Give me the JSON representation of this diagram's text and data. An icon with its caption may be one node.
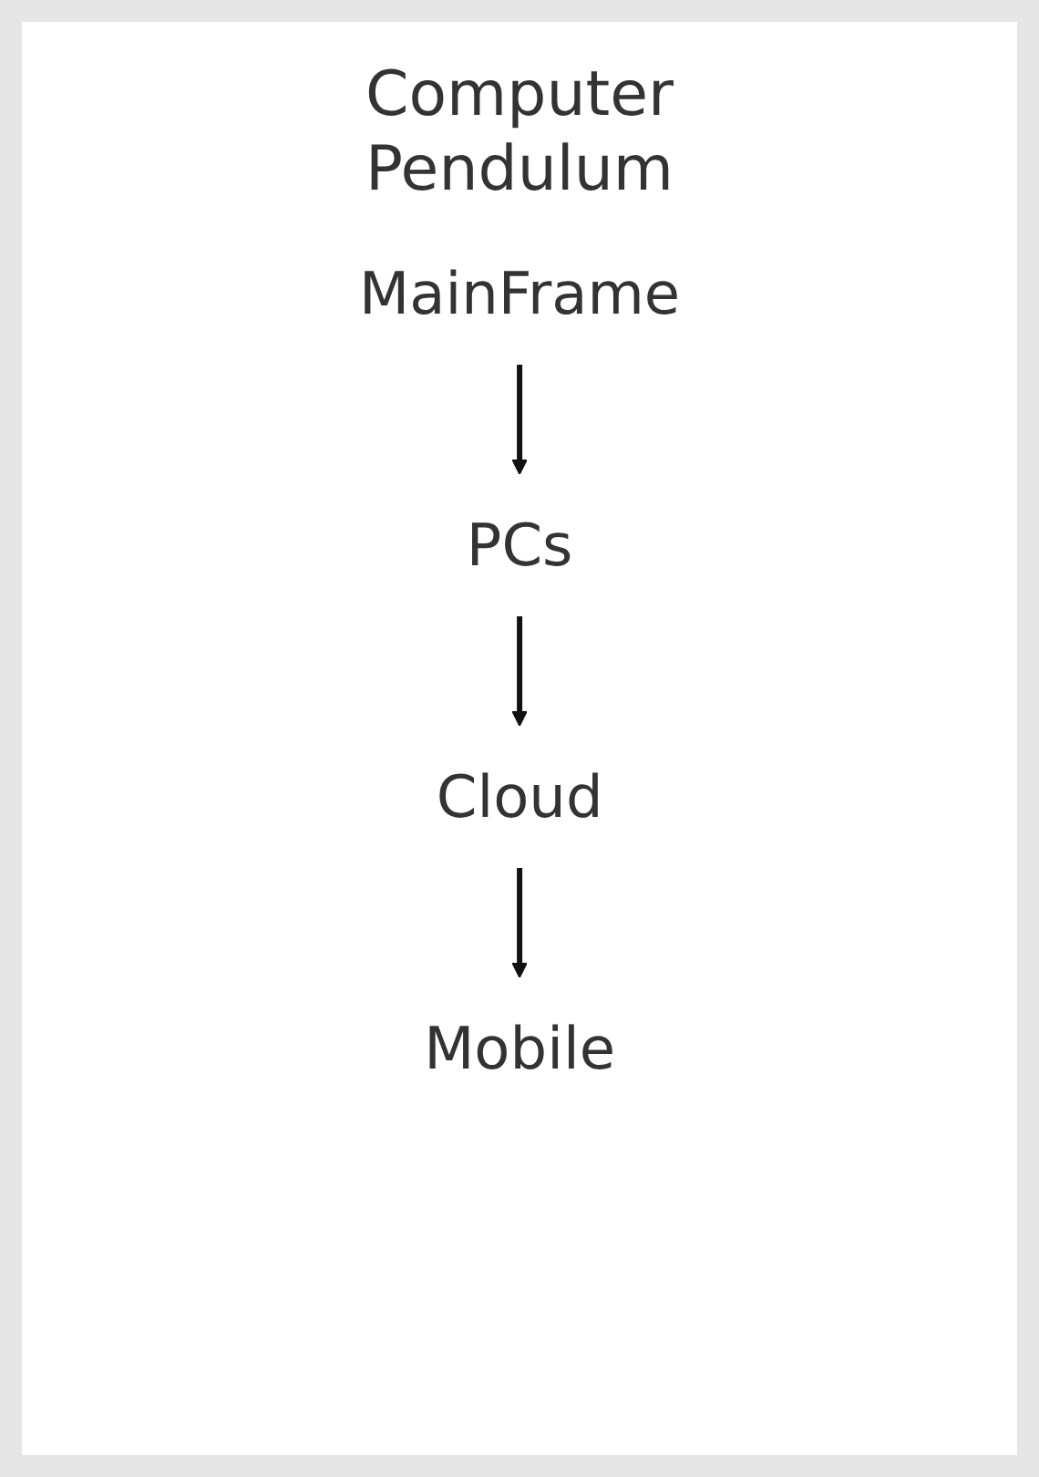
{
  "diagram": {
    "title": "Computer Pendulum",
    "nodes": [
      {
        "text": [
          "MainFrame"
        ]
      },
      {
        "text": [
          "PCs"
        ]
      },
      {
        "text": [
          "Cloud"
        ]
      },
      {
        "text": [
          "Mobile"
        ]
      }
    ],
    "edges": [
      {
        "from": 0,
        "to": 1,
        "arrow": "to"
      },
      {
        "from": 1,
        "to": 2,
        "arrow": "to"
      },
      {
        "from": 2,
        "to": 3,
        "arrow": "to"
      }
    ]
  }
}
